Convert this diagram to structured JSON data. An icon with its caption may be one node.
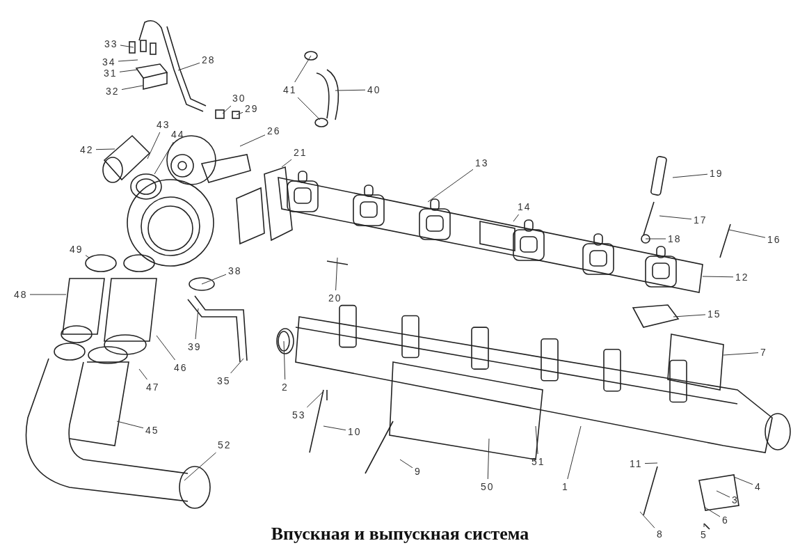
{
  "diagram": {
    "title": "Впускная и выпускная система",
    "nodes": [
      {
        "text": [
          "33"
        ]
      },
      {
        "text": [
          "28"
        ]
      },
      {
        "text": [
          "34"
        ]
      },
      {
        "text": [
          "31"
        ]
      },
      {
        "text": [
          "41"
        ]
      },
      {
        "text": [
          "40"
        ]
      },
      {
        "text": [
          "32"
        ]
      },
      {
        "text": [
          "30"
        ]
      },
      {
        "text": [
          "29"
        ]
      },
      {
        "text": [
          "43"
        ]
      },
      {
        "text": [
          "44"
        ]
      },
      {
        "text": [
          "26"
        ]
      },
      {
        "text": [
          "42"
        ]
      },
      {
        "text": [
          "21"
        ]
      },
      {
        "text": [
          "13"
        ]
      },
      {
        "text": [
          "19"
        ]
      },
      {
        "text": [
          "14"
        ]
      },
      {
        "text": [
          "17"
        ]
      },
      {
        "text": [
          "18"
        ]
      },
      {
        "text": [
          "16"
        ]
      },
      {
        "text": [
          "49"
        ]
      },
      {
        "text": [
          "38"
        ]
      },
      {
        "text": [
          "12"
        ]
      },
      {
        "text": [
          "20"
        ]
      },
      {
        "text": [
          "48"
        ]
      },
      {
        "text": [
          "15"
        ]
      },
      {
        "text": [
          "39"
        ]
      },
      {
        "text": [
          "7"
        ]
      },
      {
        "text": [
          "46"
        ]
      },
      {
        "text": [
          "35"
        ]
      },
      {
        "text": [
          "2"
        ]
      },
      {
        "text": [
          "47"
        ]
      },
      {
        "text": [
          "53"
        ]
      },
      {
        "text": [
          "45"
        ]
      },
      {
        "text": [
          "10"
        ]
      },
      {
        "text": [
          "52"
        ]
      },
      {
        "text": [
          "51"
        ]
      },
      {
        "text": [
          "11"
        ]
      },
      {
        "text": [
          "9"
        ]
      },
      {
        "text": [
          "50"
        ]
      },
      {
        "text": [
          "1"
        ]
      },
      {
        "text": [
          "4"
        ]
      },
      {
        "text": [
          "3"
        ]
      },
      {
        "text": [
          "6"
        ]
      },
      {
        "text": [
          "8"
        ]
      },
      {
        "text": [
          "5"
        ]
      }
    ],
    "edges": [
      {
        "from": 0,
        "to": null,
        "arrow": "none"
      },
      {
        "from": 1,
        "to": null,
        "arrow": "none"
      },
      {
        "from": 2,
        "to": null,
        "arrow": "none"
      },
      {
        "from": 3,
        "to": null,
        "arrow": "none"
      },
      {
        "from": 4,
        "to": null,
        "arrow": "none"
      },
      {
        "from": 4,
        "to": null,
        "arrow": "none"
      },
      {
        "from": 5,
        "to": null,
        "arrow": "none"
      },
      {
        "from": 6,
        "to": null,
        "arrow": "none"
      },
      {
        "from": 7,
        "to": null,
        "arrow": "none"
      },
      {
        "from": 8,
        "to": null,
        "arrow": "none"
      },
      {
        "from": 9,
        "to": null,
        "arrow": "none"
      },
      {
        "from": 10,
        "to": null,
        "arrow": "none"
      },
      {
        "from": 11,
        "to": null,
        "arrow": "none"
      },
      {
        "from": 12,
        "to": null,
        "arrow": "none"
      },
      {
        "from": 13,
        "to": null,
        "arrow": "none"
      },
      {
        "from": 14,
        "to": null,
        "arrow": "none"
      },
      {
        "from": 15,
        "to": null,
        "arrow": "none"
      },
      {
        "from": 16,
        "to": null,
        "arrow": "none"
      },
      {
        "from": 17,
        "to": null,
        "arrow": "none"
      },
      {
        "from": 18,
        "to": null,
        "arrow": "none"
      },
      {
        "from": 19,
        "to": null,
        "arrow": "none"
      },
      {
        "from": 20,
        "to": null,
        "arrow": "none"
      },
      {
        "from": 21,
        "to": null,
        "arrow": "none"
      },
      {
        "from": 22,
        "to": null,
        "arrow": "none"
      },
      {
        "from": 23,
        "to": null,
        "arrow": "none"
      },
      {
        "from": 24,
        "to": null,
        "arrow": "none"
      },
      {
        "from": 25,
        "to": null,
        "arrow": "none"
      },
      {
        "from": 26,
        "to": null,
        "arrow": "none"
      },
      {
        "from": 27,
        "to": null,
        "arrow": "none"
      },
      {
        "from": 28,
        "to": null,
        "arrow": "none"
      },
      {
        "from": 29,
        "to": null,
        "arrow": "none"
      },
      {
        "from": 30,
        "to": null,
        "arrow": "none"
      },
      {
        "from": 31,
        "to": null,
        "arrow": "none"
      },
      {
        "from": 32,
        "to": null,
        "arrow": "none"
      },
      {
        "from": 33,
        "to": null,
        "arrow": "none"
      },
      {
        "from": 34,
        "to": null,
        "arrow": "none"
      },
      {
        "from": 35,
        "to": null,
        "arrow": "none"
      },
      {
        "from": 36,
        "to": null,
        "arrow": "none"
      },
      {
        "from": 37,
        "to": null,
        "arrow": "none"
      },
      {
        "from": 38,
        "to": null,
        "arrow": "none"
      },
      {
        "from": 39,
        "to": null,
        "arrow": "none"
      },
      {
        "from": 40,
        "to": null,
        "arrow": "none"
      },
      {
        "from": 41,
        "to": null,
        "arrow": "none"
      },
      {
        "from": 42,
        "to": null,
        "arrow": "none"
      },
      {
        "from": 43,
        "to": null,
        "arrow": "none"
      },
      {
        "from": 44,
        "to": null,
        "arrow": "none"
      },
      {
        "from": 45,
        "to": null,
        "arrow": "none"
      }
    ]
  }
}
